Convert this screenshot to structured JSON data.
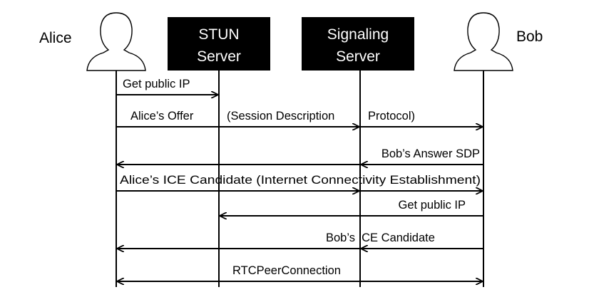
{
  "participants": {
    "alice": {
      "name": "Alice"
    },
    "stun": {
      "line1": "STUN",
      "line2": "Server"
    },
    "signaling": {
      "line1": "Signaling",
      "line2": "Server"
    },
    "bob": {
      "name": "Bob"
    }
  },
  "messages": [
    {
      "label": "Get public IP",
      "from": "alice",
      "to": "stun"
    },
    {
      "label_a": "Alice’s Offer",
      "label_b": "(Session Description",
      "label_c": "Protocol)",
      "from": "alice",
      "to": "bob"
    },
    {
      "label": "Bob’s Answer SDP",
      "from": "bob",
      "to": "alice"
    },
    {
      "label": "Alice’s ICE Candidate (Internet Connectivity Establishment)",
      "from": "alice",
      "to": "bob"
    },
    {
      "label": "Get public IP",
      "from": "bob",
      "to": "stun"
    },
    {
      "label": "Bob’s ICE Candidate",
      "from": "bob",
      "to": "alice"
    },
    {
      "label": "RTCPeerConnection",
      "from": "alice",
      "to": "bob",
      "bidirectional": true
    }
  ],
  "colors": {
    "line": "#000000",
    "server_box": "#000000",
    "server_text": "#ffffff",
    "background": "#ffffff"
  }
}
